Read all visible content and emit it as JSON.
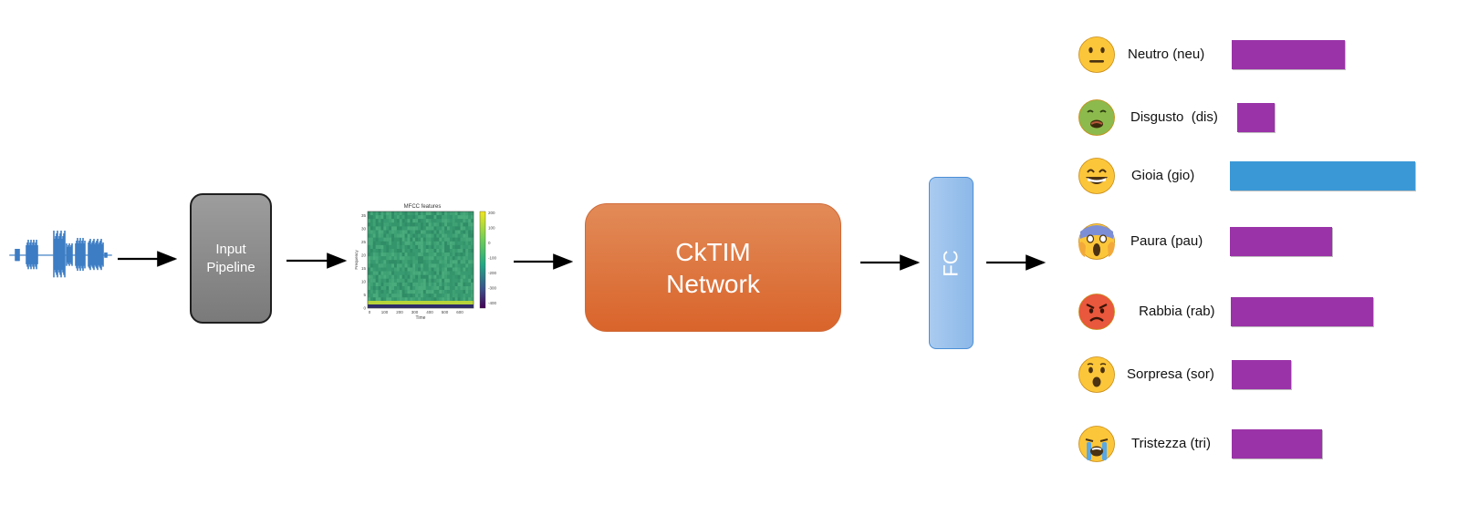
{
  "input_pipeline": "Input\nPipeline",
  "spectrogram": {
    "title": "MFCC features",
    "xlabel": "Time",
    "ylabel": "Frequency",
    "x_ticks": [
      "0",
      "100",
      "200",
      "300",
      "400",
      "500",
      "600"
    ],
    "y_ticks": [
      "0",
      "5",
      "10",
      "15",
      "20",
      "25",
      "30",
      "35"
    ],
    "colorbar_ticks": [
      "200",
      "100",
      "0",
      "-100",
      "-200",
      "-300",
      "-400"
    ]
  },
  "network": "CkTIM\nNetwork",
  "fc": "FC",
  "emotions": [
    {
      "label": "Neutro (neu)",
      "icon": "neutral-face-icon",
      "value": 0.61,
      "color": "#9a33a8"
    },
    {
      "label": "Disgusto  (dis)",
      "icon": "nauseated-face-icon",
      "value": 0.2,
      "color": "#9a33a8"
    },
    {
      "label": "Gioia (gio)",
      "icon": "grinning-face-icon",
      "value": 1.0,
      "color": "#3a98d6"
    },
    {
      "label": "Paura (pau)",
      "icon": "screaming-face-icon",
      "value": 0.55,
      "color": "#9a33a8"
    },
    {
      "label": " Rabbia (rab)",
      "icon": "angry-face-icon",
      "value": 0.77,
      "color": "#9a33a8"
    },
    {
      "label": "Sorpresa (sor)",
      "icon": "surprised-face-icon",
      "value": 0.32,
      "color": "#9a33a8"
    },
    {
      "label": "Tristezza (tri)",
      "icon": "crying-face-icon",
      "value": 0.49,
      "color": "#9a33a8"
    }
  ]
}
